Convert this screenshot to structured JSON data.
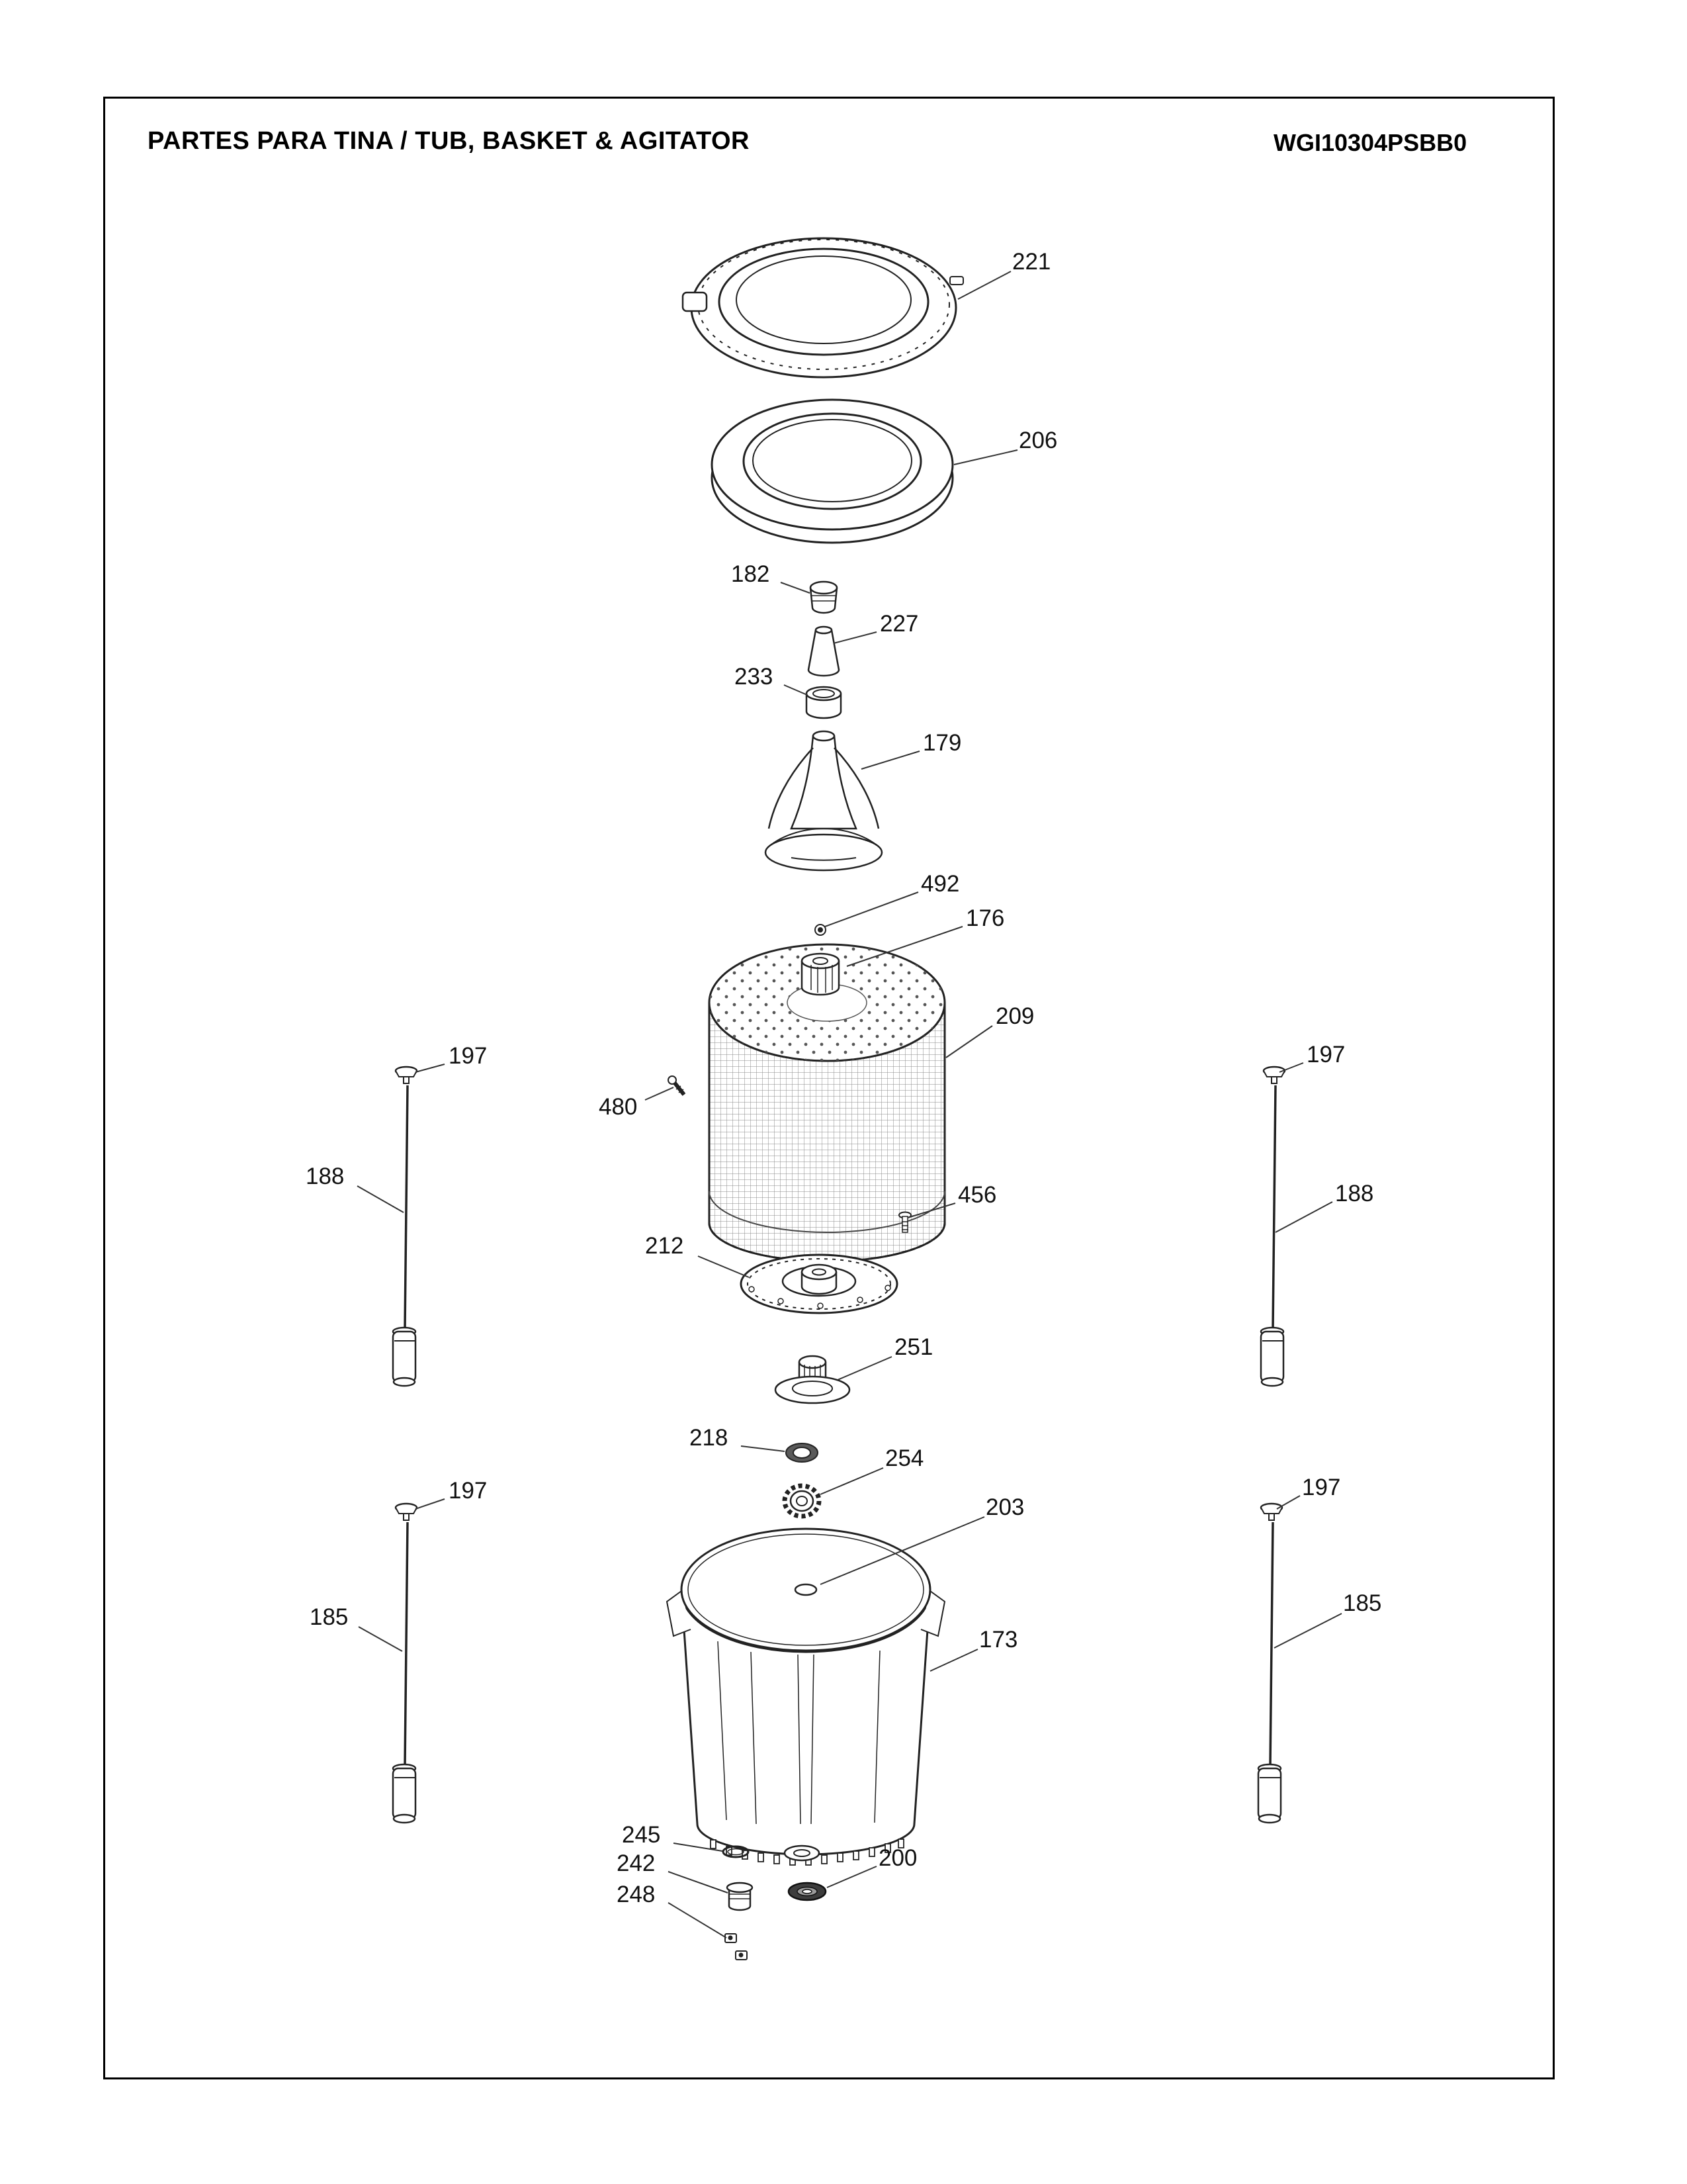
{
  "header": {
    "title": "PARTES PARA TINA  /  TUB, BASKET & AGITATOR",
    "model": "WGI10304PSBB0"
  },
  "callouts": [
    {
      "part": "lid-cover-ring",
      "label": "221"
    },
    {
      "part": "tub-ring",
      "label": "206"
    },
    {
      "part": "agitator-cap",
      "label": "182"
    },
    {
      "part": "fill-funnel",
      "label": "227"
    },
    {
      "part": "bearing-sleeve",
      "label": "233"
    },
    {
      "part": "agitator",
      "label": "179"
    },
    {
      "part": "basket-screw",
      "label": "492"
    },
    {
      "part": "basket-hub",
      "label": "176"
    },
    {
      "part": "wash-basket",
      "label": "209"
    },
    {
      "part": "rod-cap-upper-left",
      "label": "197"
    },
    {
      "part": "side-screw",
      "label": "480"
    },
    {
      "part": "suspension-rod-upper-left",
      "label": "188"
    },
    {
      "part": "rod-cap-upper-right",
      "label": "197"
    },
    {
      "part": "suspension-rod-upper-right",
      "label": "188"
    },
    {
      "part": "hub-screw",
      "label": "456"
    },
    {
      "part": "drive-hub-plate",
      "label": "212"
    },
    {
      "part": "coupling",
      "label": "251"
    },
    {
      "part": "hub-nut",
      "label": "218"
    },
    {
      "part": "spline-washer",
      "label": "254"
    },
    {
      "part": "outer-tub-top",
      "label": "203"
    },
    {
      "part": "outer-tub",
      "label": "173"
    },
    {
      "part": "rod-cap-lower-left",
      "label": "197"
    },
    {
      "part": "suspension-rod-lower-left",
      "label": "185"
    },
    {
      "part": "rod-cap-lower-right",
      "label": "197"
    },
    {
      "part": "suspension-rod-lower-right",
      "label": "185"
    },
    {
      "part": "o-ring",
      "label": "245"
    },
    {
      "part": "tub-bushing",
      "label": "242"
    },
    {
      "part": "tub-seal",
      "label": "200"
    },
    {
      "part": "mounting-clips",
      "label": "248"
    }
  ]
}
